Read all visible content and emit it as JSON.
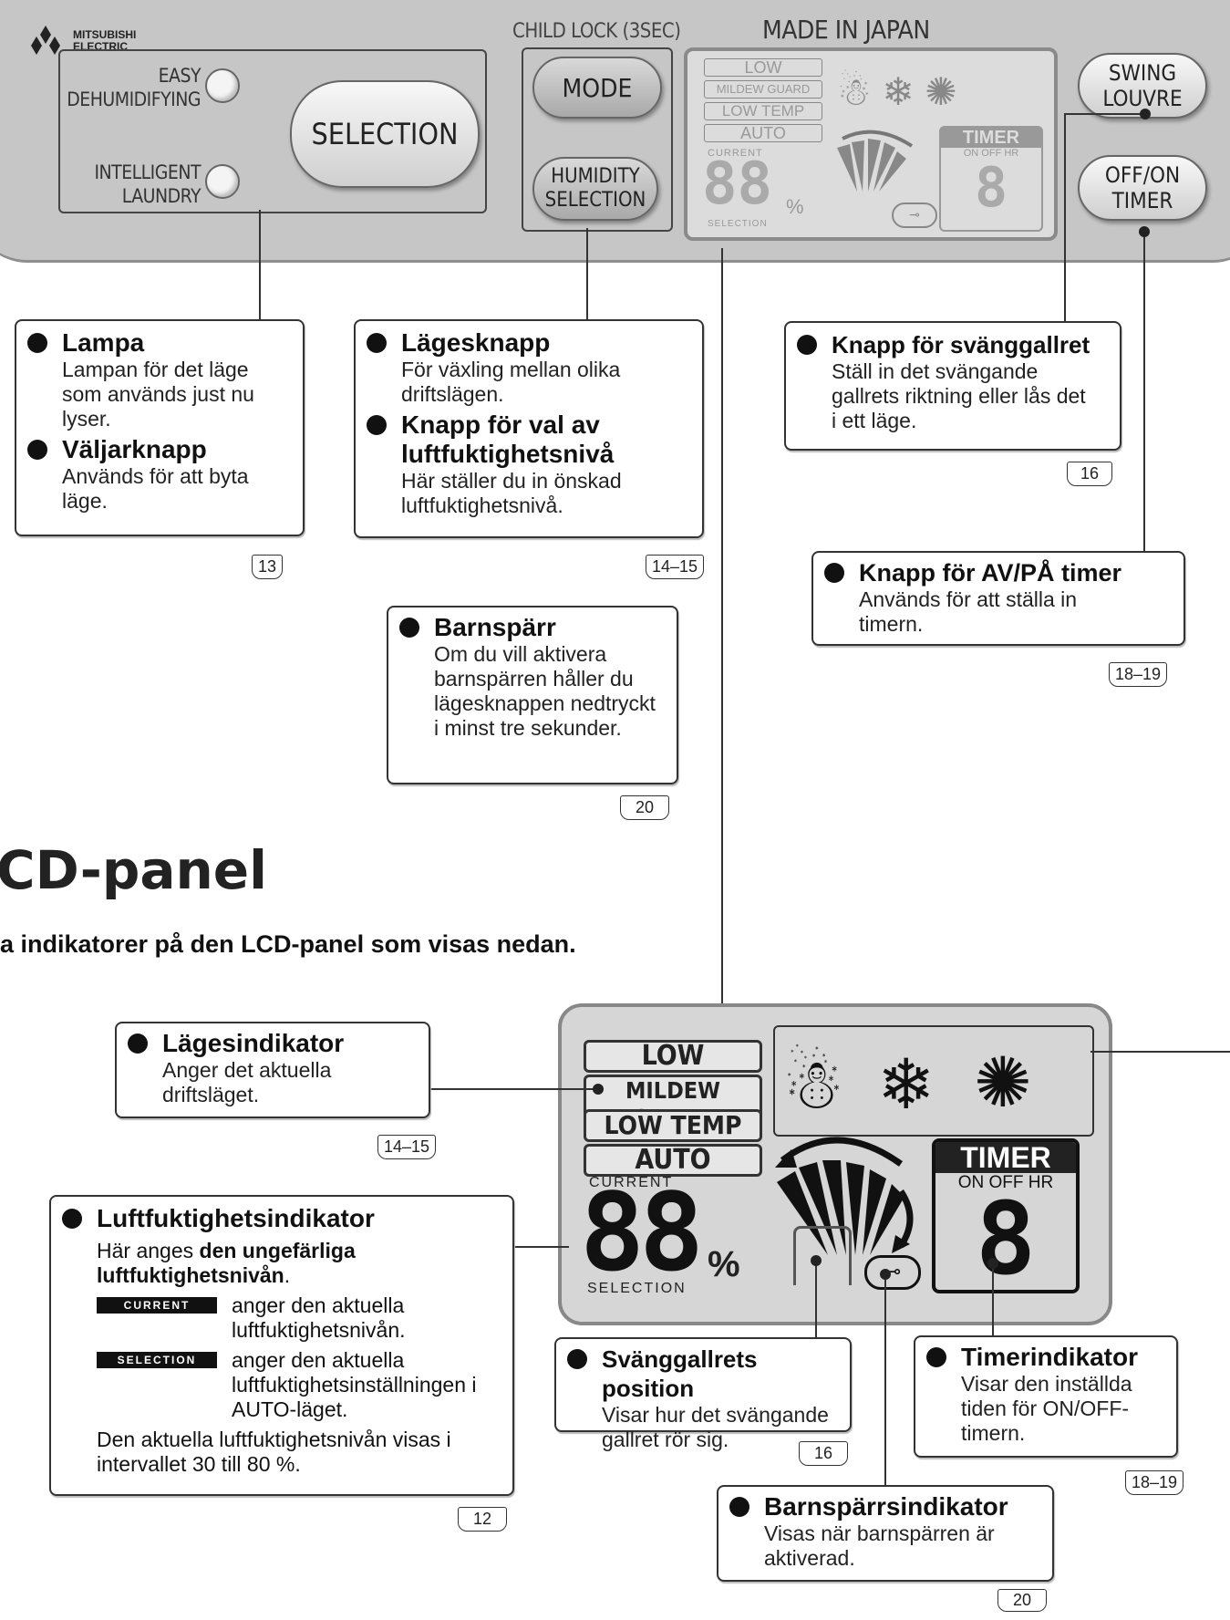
{
  "panel": {
    "brand": "MITSUBISHI ELECTRIC",
    "easy": "EASY DEHUMIDIFYING",
    "intelligent": "INTELLIGENT LAUNDRY",
    "selection": "SELECTION",
    "child_lock": "CHILD LOCK (3SEC)",
    "made_in": "MADE IN JAPAN",
    "mode": "MODE",
    "humidity": "HUMIDITY SELECTION",
    "swing": "SWING LOUVRE",
    "timer": "OFF/ON TIMER"
  },
  "lcd": {
    "low": "LOW",
    "mildew": "MILDEW GUARD",
    "low_temp": "LOW TEMP",
    "auto": "AUTO",
    "current": "CURRENT",
    "selection": "SELECTION",
    "digits": "88",
    "percent": "%",
    "timer": "TIMER",
    "on_off_hr": "ON OFF HR",
    "timer_digit": "8"
  },
  "callouts": {
    "lampa_title": "Lampa",
    "lampa_text": "Lampan för det läge som används just nu lyser.",
    "valjar_title": "Väljarknapp",
    "valjar_text": "Används för att byta läge.",
    "ref_13": "13",
    "lage_title": "Lägesknapp",
    "lage_text": "För växling mellan olika driftslägen.",
    "luft_btn_title": "Knapp för val av luftfuktighetsnivå",
    "luft_btn_text": "Här ställer du in önskad luftfuktighetsnivå.",
    "ref_14_15": "14–15",
    "swing_title": "Knapp för svänggallret",
    "swing_text": "Ställ in det svängande gallrets riktning eller lås det i ett läge.",
    "ref_16": "16",
    "timer_title": "Knapp för AV/PÅ timer",
    "timer_text": "Används för att ställa in timern.",
    "ref_18_19": "18–19",
    "barn_title": "Barnspärr",
    "barn_text": "Om du vill aktivera barnspärren håller du lägesknappen nedtryckt i minst tre sekunder.",
    "ref_20": "20"
  },
  "section": {
    "title": "CD-panel",
    "subtitle": "a indikatorer på den LCD-panel som visas nedan."
  },
  "indicators": {
    "lage_title": "Lägesindikator",
    "lage_text": "Anger det aktuella driftsläget.",
    "ref_14_15": "14–15",
    "luft_title": "Luftfuktighetsindikator",
    "luft_intro": "Här anges",
    "luft_bold": "den ungefärliga luftfuktighetsnivån",
    "luft_end": ".",
    "tag_current": "CURRENT",
    "current_text": "anger den aktuella luftfuktighetsnivån.",
    "tag_selection": "SELECTION",
    "selection_text": "anger den aktuella luftfuktighetsinställningen i AUTO-läget.",
    "range_text": "Den aktuella luftfuktighetsnivån visas i intervallet 30 till 80 %.",
    "ref_12": "12",
    "swing_title": "Svänggallrets position",
    "swing_text": "Visar hur det svängande gallret rör sig.",
    "ref_16": "16",
    "timer_title": "Timerindikator",
    "timer_text": "Visar den inställda tiden för ON/OFF-timern.",
    "ref_18_19": "18–19",
    "barn_title": "Barnspärrsindikator",
    "barn_text": "Visas när barnspärren är aktiverad.",
    "ref_20": "20"
  }
}
